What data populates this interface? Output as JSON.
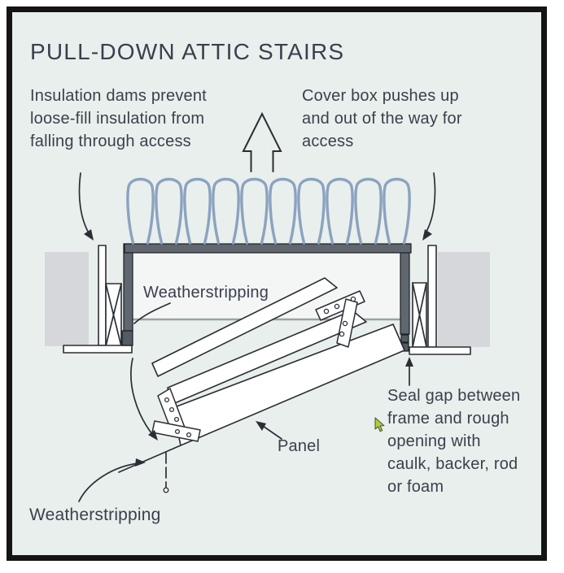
{
  "diagram": {
    "title": "PULL-DOWN ATTIC STAIRS",
    "annotation_left": "Insulation dams prevent\nloose-fill insulation from\nfalling through access",
    "annotation_right": "Cover box pushes up\nand out of the way for\naccess",
    "label_weatherstripping_top": "Weatherstripping",
    "label_panel": "Panel",
    "label_seal_gap": "Seal gap between\nframe and rough\nopening with\ncaulk, backer, rod\nor foam",
    "label_weatherstripping_bottom": "Weatherstripping",
    "insulation": {
      "loop_count": 10
    },
    "colors": {
      "background": "#e9efec",
      "border": "#141414",
      "text": "#3b3f4d",
      "line": "#2b2e35",
      "insulation": "#8ba3c0",
      "frame": "#61676f",
      "frame_dark": "#555b62",
      "drywall": "#d6d7db",
      "box_interior": "#f3f6f4",
      "hatch_line": "#9ba1a7",
      "board": "#ffffff",
      "cursor": "#abd133"
    }
  }
}
